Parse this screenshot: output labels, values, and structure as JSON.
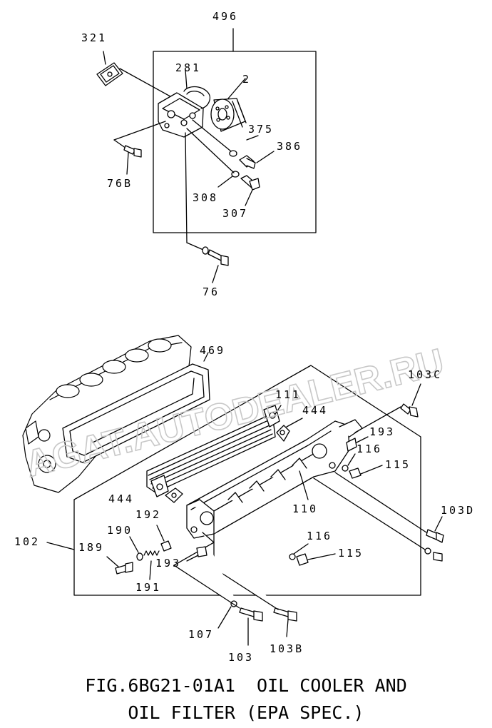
{
  "caption": {
    "line1": "FIG.6BG21-01A1  OIL COOLER AND",
    "line2": "OIL FILTER (EPA SPEC.)"
  },
  "watermark": "AGAT.AUTODEALER.RU",
  "callouts": {
    "c496": "496",
    "c321": "321",
    "c281": "281",
    "c2": "2",
    "c375": "375",
    "c386": "386",
    "c76B": "76B",
    "c308": "308",
    "c307": "307",
    "c76": "76",
    "c469": "469",
    "c111": "111",
    "c444a": "444",
    "c103C": "103C",
    "c193a": "193",
    "c116a": "116",
    "c115a": "115",
    "c444b": "444",
    "c192": "192",
    "c110": "110",
    "c103D": "103D",
    "c102": "102",
    "c190": "190",
    "c189": "189",
    "c116b": "116",
    "c115b": "115",
    "c193b": "193",
    "c191": "191",
    "c107": "107",
    "c103": "103",
    "c103B": "103B"
  }
}
